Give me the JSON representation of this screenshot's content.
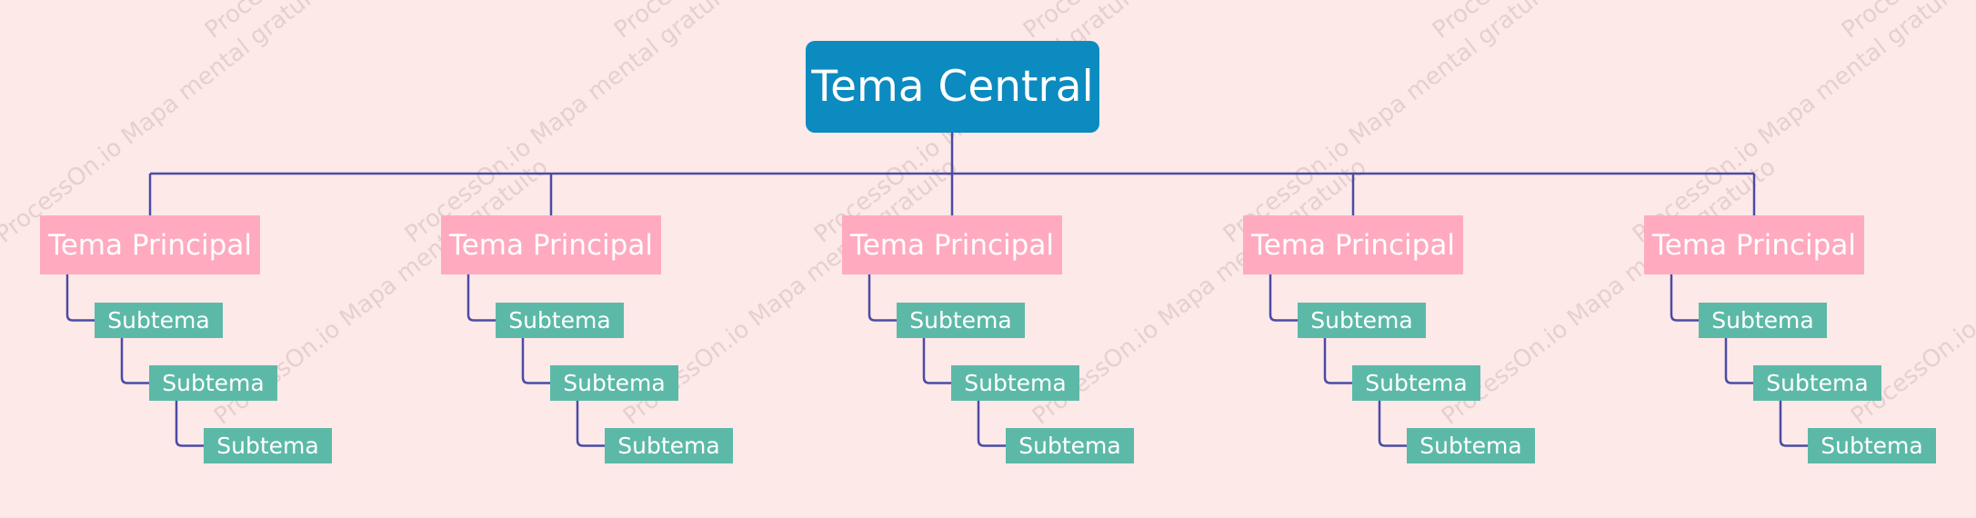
{
  "watermark_text": "ProcessOn.io Mapa mental gratuito",
  "central": {
    "label": "Tema Central"
  },
  "branches": [
    {
      "label": "Tema Principal",
      "subtopics": [
        "Subtema",
        "Subtema",
        "Subtema"
      ]
    },
    {
      "label": "Tema Principal",
      "subtopics": [
        "Subtema",
        "Subtema",
        "Subtema"
      ]
    },
    {
      "label": "Tema Principal",
      "subtopics": [
        "Subtema",
        "Subtema",
        "Subtema"
      ]
    },
    {
      "label": "Tema Principal",
      "subtopics": [
        "Subtema",
        "Subtema",
        "Subtema"
      ]
    },
    {
      "label": "Tema Principal",
      "subtopics": [
        "Subtema",
        "Subtema",
        "Subtema"
      ]
    }
  ],
  "colors": {
    "background": "#fde9e8",
    "central": "#0b8bbf",
    "main": "#ffaabf",
    "sub": "#5cb9a8",
    "connector": "#4b4ba6"
  }
}
